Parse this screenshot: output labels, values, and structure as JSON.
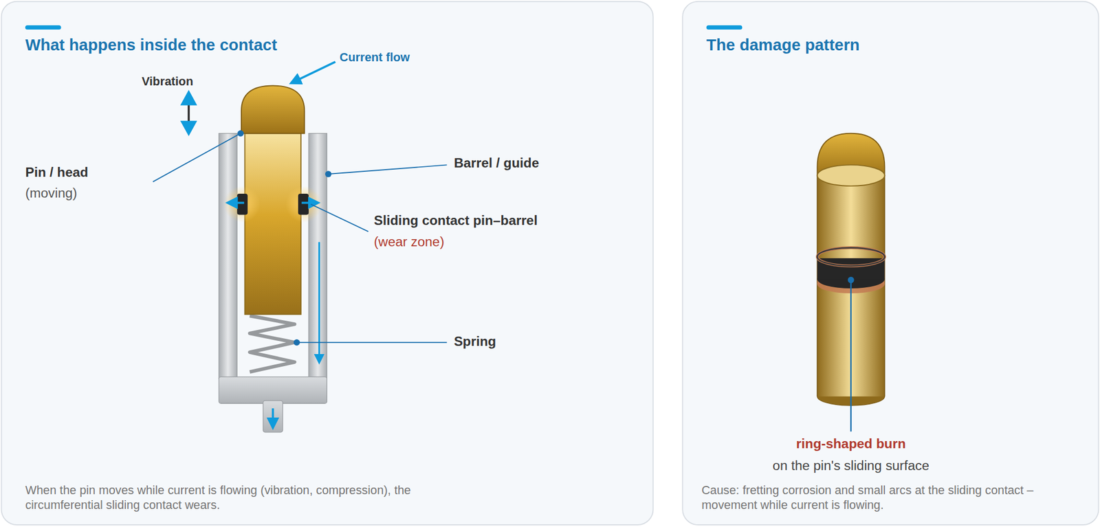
{
  "diagram": {
    "nodes": [
      {
        "text": [
          "What happens inside the contact",
          "When the pin moves while current is flowing (vibration, compression), the circumferential sliding contact wears."
        ]
      },
      {
        "text": [
          "The damage pattern",
          "Cause: fretting corrosion and small arcs at the sliding contact – movement while current is flowing."
        ]
      }
    ],
    "labels": [
      "Current flow",
      "Vibration",
      "Pin / head",
      "(moving)",
      "Barrel / guide",
      "Sliding contact pin–barrel",
      "(wear zone)",
      "Spring",
      "ring-shaped burn",
      "on the pin's sliding surface"
    ]
  }
}
